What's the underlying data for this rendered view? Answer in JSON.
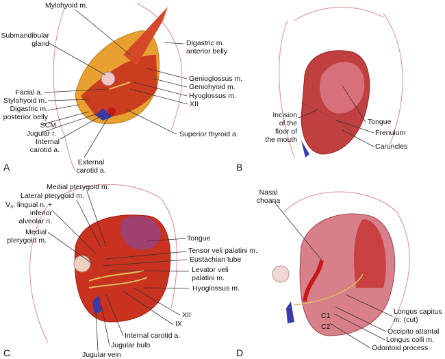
{
  "panels": {
    "a": {
      "letter": "A",
      "labels": {
        "mylohyoid": "Mylohyoid m.",
        "submandibular_1": "Submandibular",
        "submandibular_2": "gland",
        "digastric_ant_1": "Digastric m.",
        "digastric_ant_2": "anterior belly",
        "genioglossus": "Genioglossus m.",
        "geniohyoid": "Geniohyoid m.",
        "hyoglossus": "Hyoglossus m.",
        "xii": "XII",
        "facial": "Facial a.",
        "stylohyoid": "Stylohyoid m.",
        "digastric_post_1": "Digastric m.",
        "digastric_post_2": "posterior belly",
        "scm": "SCM",
        "jugular": "Jugular r.",
        "internal_1": "Internal",
        "internal_2": "carotid a.",
        "external_1": "External",
        "external_2": "carotid a.",
        "sup_thyroid": "Superior thyroid a."
      }
    },
    "b": {
      "letter": "B",
      "labels": {
        "tongue": "Tongue",
        "incision_1": "Incision",
        "incision_2": "of the",
        "incision_3": "floor of",
        "incision_4": "the mouth",
        "frenulum": "Frenulum",
        "caruncles": "Caruncles"
      }
    },
    "c": {
      "letter": "C",
      "labels": {
        "medial_ptery_top": "Medial pterygoid m.",
        "lateral_ptery": "Lateral pterygoid m.",
        "v3_prefix": "V",
        "v3_sub": "3",
        "v3_rest": ": lingual n. +",
        "inferior": "inferior",
        "alveolar": "alveolar n.",
        "medial_1": "Medial",
        "medial_2": "pterygoid m.",
        "tongue": "Tongue",
        "tensor": "Tensor veli palatini m.",
        "eustachian": "Eustachian tube",
        "levator_1": "Levator veli",
        "levator_2": "palatini m.",
        "hyoglossus": "Hyoglossus m.",
        "xii": "XII",
        "ix": "IX",
        "int_carotid": "Internal carotid a.",
        "jug_bulb": "Jugular bulb",
        "jug_vein": "Jugular vein"
      }
    },
    "d": {
      "letter": "D",
      "labels": {
        "nasal_1": "Nasal",
        "nasal_2": "choana",
        "longus_cap_1": "Longus capitus",
        "longus_cap_2": "m. (cut)",
        "occipito": "Occipito attantal",
        "longus_colli": "Longus colli m.",
        "odontoid": "Odontoid process",
        "c1": "C1",
        "c2": "C2"
      }
    }
  },
  "colors": {
    "muscle": "#c8321e",
    "fat": "#e8a030",
    "skin": "#d9607a",
    "vein": "#3a3aa8",
    "nerve": "#e0c060"
  }
}
